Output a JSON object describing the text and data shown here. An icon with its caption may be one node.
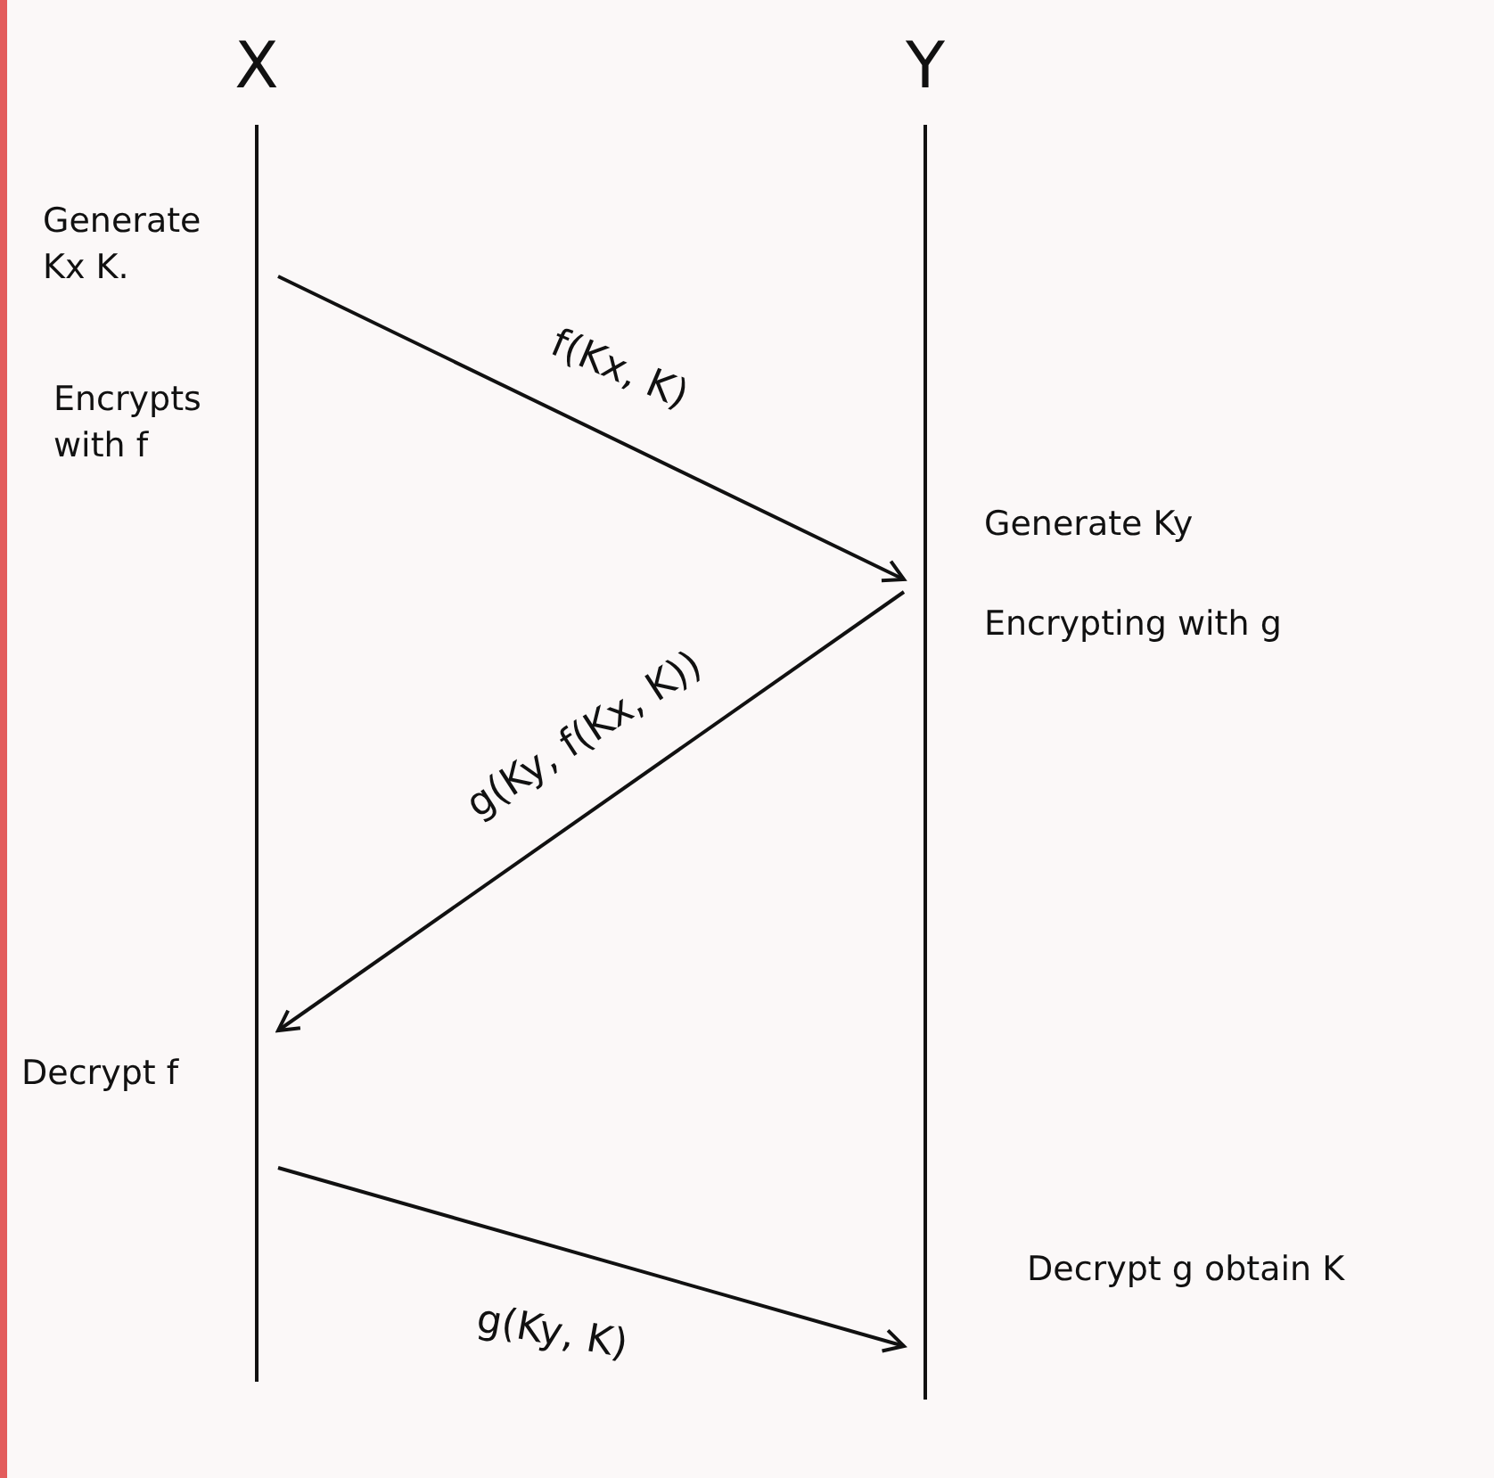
{
  "diagram": {
    "nodes": [
      {
        "text": [
          "X"
        ]
      },
      {
        "text": [
          "Y"
        ]
      }
    ],
    "edges": [
      {
        "from": 0,
        "to": 1,
        "arrow": "to",
        "label": "f(Kx, K)"
      },
      {
        "from": 1,
        "to": 0,
        "arrow": "to",
        "label": "g(Ky, f(Kx, K))"
      },
      {
        "from": 0,
        "to": 1,
        "arrow": "to",
        "label": "g(Ky, K)"
      }
    ],
    "labels": [
      "Generate Kx K.",
      "Encrypts with f",
      "Generate Ky",
      "Encrypting with g",
      "Decrypt f",
      "Decrypt g obtain K"
    ]
  }
}
